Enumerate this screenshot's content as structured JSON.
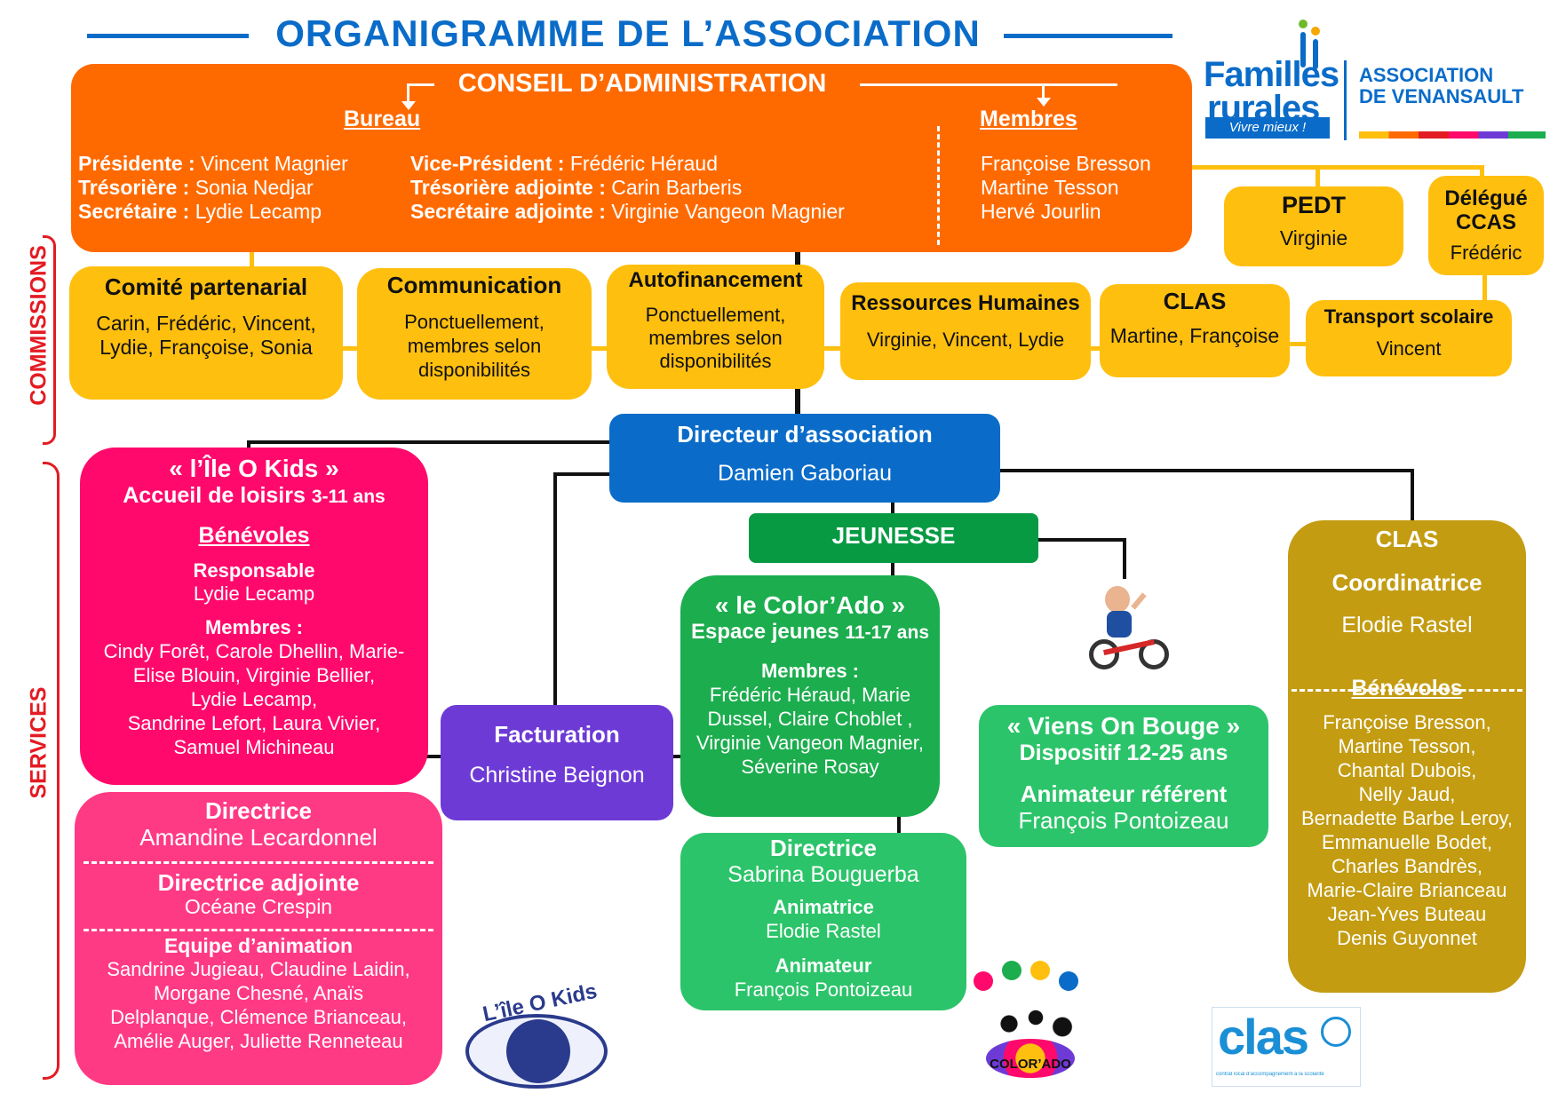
{
  "title": "ORGANIGRAMME DE L’ASSOCIATION",
  "logo": {
    "brand_line1": "Familles",
    "brand_line2": "rurales",
    "tagline": "Vivre mieux !",
    "assoc_line1": "ASSOCIATION",
    "assoc_line2": "DE VENANSAULT"
  },
  "conseil": {
    "title": "CONSEIL D’ADMINISTRATION",
    "bureau_title": "Bureau",
    "membres_title": "Membres",
    "presidente_label": "Présidente : ",
    "presidente": "Vincent Magnier",
    "tresoriere_label": "Trésorière : ",
    "tresoriere": "Sonia Nedjar",
    "secretaire_label": "Secrétaire : ",
    "secretaire": "Lydie Lecamp",
    "vice_label": "Vice-Président : ",
    "vice": "Frédéric Héraud",
    "tres_adj_label": "Trésorière adjointe : ",
    "tres_adj": "Carin Barberis",
    "sec_adj_label": "Secrétaire adjointe : ",
    "sec_adj": "Virginie Vangeon Magnier",
    "membres": [
      "Françoise Bresson",
      "Martine Tesson",
      "Hervé Jourlin"
    ]
  },
  "pedt": {
    "title": "PEDT",
    "name": "Virginie"
  },
  "ccas": {
    "title_line1": "Délégué",
    "title_line2": "CCAS",
    "name": "Frédéric"
  },
  "side_labels": {
    "commissions": "COMMISSIONS",
    "services": "SERVICES"
  },
  "commissions": {
    "comite": {
      "title": "Comité partenarial",
      "line1": "Carin, Frédéric, Vincent,",
      "line2": "Lydie, Françoise, Sonia"
    },
    "communication": {
      "title": "Communication",
      "line1": "Ponctuellement,",
      "line2": "membres selon",
      "line3": "disponibilités"
    },
    "autofinancement": {
      "title": "Autofinancement",
      "line1": "Ponctuellement,",
      "line2": "membres selon",
      "line3": "disponibilités"
    },
    "rh": {
      "title": "Ressources Humaines",
      "line1": "Virginie, Vincent, Lydie"
    },
    "clas": {
      "title": "CLAS",
      "line1": "Martine, Françoise"
    },
    "transport": {
      "title": "Transport scolaire",
      "line1": "Vincent"
    }
  },
  "directeur": {
    "title": "Directeur d’association",
    "name": "Damien Gaboriau"
  },
  "jeunesse": "JEUNESSE",
  "ilekids": {
    "title": "« l’Île O Kids »",
    "subtitle": "Accueil de loisirs ",
    "age": "3-11 ans",
    "benevoles": "Bénévoles",
    "responsable_label": "Responsable",
    "responsable": "Lydie Lecamp",
    "membres_label": "Membres :",
    "membres_lines": [
      "Cindy Forêt, Carole Dhellin, Marie-",
      "Elise Blouin, Virginie Bellier,",
      "Lydie Lecamp,",
      "Sandrine Lefort, Laura Vivier,",
      "Samuel Michineau"
    ]
  },
  "ilekids_staff": {
    "directrice_label": "Directrice",
    "directrice": "Amandine Lecardonnel",
    "adjointe_label": "Directrice adjointe",
    "adjointe": "Océane Crespin",
    "equipe_label": "Equipe d’animation",
    "equipe_lines": [
      "Sandrine Jugieau, Claudine Laidin,",
      "Morgane Chesné, Anaïs",
      "Delplanque, Clémence Brianceau,",
      "Amélie Auger, Juliette Renneteau"
    ]
  },
  "facturation": {
    "title": "Facturation",
    "name": "Christine Beignon"
  },
  "colorado": {
    "title": "« le Color’Ado »",
    "subtitle": "Espace jeunes ",
    "age": "11-17 ans",
    "membres_label": "Membres :",
    "membres_lines": [
      "Frédéric Héraud, Marie",
      "Dussel, Claire Choblet ,",
      "Virginie Vangeon Magnier,",
      "Séverine Rosay"
    ]
  },
  "colorado_staff": {
    "directrice_label": "Directrice",
    "directrice": "Sabrina Bouguerba",
    "animatrice_label": "Animatrice",
    "animatrice": "Elodie Rastel",
    "animateur_label": "Animateur",
    "animateur": "François Pontoizeau"
  },
  "vob": {
    "title": "« Viens On Bouge »",
    "subtitle": "Dispositif 12-25 ans",
    "ref_label": "Animateur référent",
    "ref": "François Pontoizeau"
  },
  "clas_service": {
    "title": "CLAS",
    "coord_label": "Coordinatrice",
    "coord": "Elodie Rastel",
    "benevoles": "Bénévoles",
    "benevoles_lines": [
      "Françoise Bresson,",
      "Martine Tesson,",
      "Chantal Dubois,",
      "Nelly Jaud,",
      "Bernadette Barbe Leroy,",
      "Emmanuelle Bodet,",
      "Charles Bandrès,",
      "Marie-Claire Brianceau",
      "Jean-Yves Buteau",
      "Denis Guyonnet"
    ]
  },
  "bottom_logos": {
    "ilekids": "L’île O Kids",
    "colorado": "COLOR’ADO",
    "clas": "clas",
    "clas_caption": "contrat local d’accompagnement à la scolarité"
  },
  "colors": {
    "title_blue": "#0a6cc8",
    "orange": "#ff6a00",
    "yellow": "#ffbf0f",
    "pink": "#ff0a6c",
    "green": "#1cad4e",
    "purple": "#6d3ad6",
    "gold": "#c39c12",
    "red": "#e31b23"
  }
}
